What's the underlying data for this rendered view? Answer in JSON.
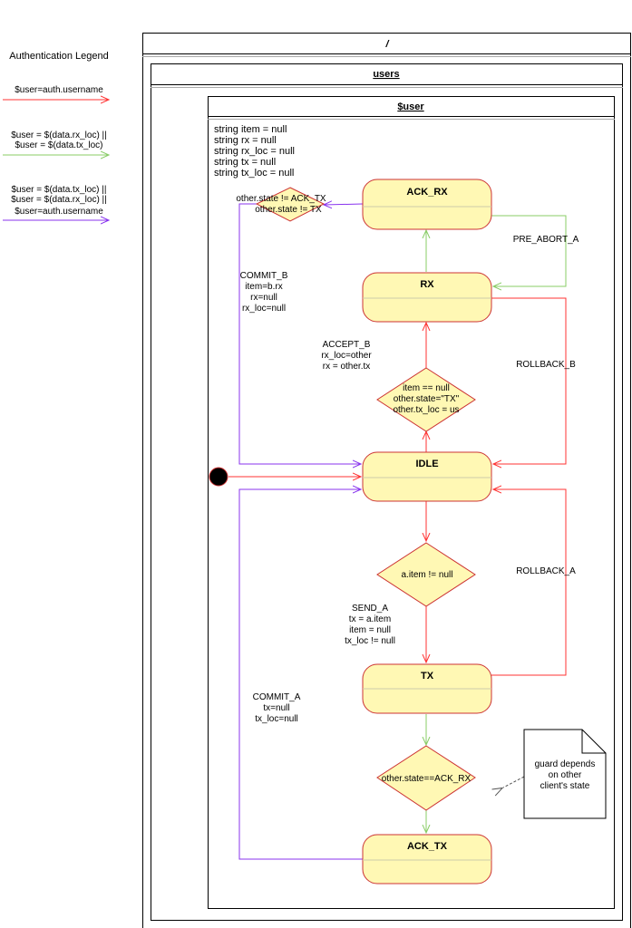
{
  "colors": {
    "red": "#ff3333",
    "green": "#88cc66",
    "purple": "#8833ee",
    "state_fill": "#fff8b4",
    "state_stroke": "#cc3333"
  },
  "legend": {
    "title": "Authentication Legend",
    "red_lines": [
      "$user=auth.username"
    ],
    "green_lines": [
      "$user = $(data.rx_loc) ||",
      "$user = $(data.tx_loc)"
    ],
    "purple_lines": [
      "$user = $(data.tx_loc) ||",
      "$user = $(data.rx_loc) ||",
      "$user=auth.username"
    ]
  },
  "containers": {
    "root_title": "/",
    "users_title": "users",
    "user_title": "$user"
  },
  "variables": [
    "string item = null",
    "string rx = null",
    "string rx_loc = null",
    "string tx = null",
    "string tx_loc = null"
  ],
  "states": {
    "ack_rx": "ACK_RX",
    "rx": "RX",
    "idle": "IDLE",
    "tx": "TX",
    "ack_tx": "ACK_TX"
  },
  "decisions": {
    "ack_guard": [
      "other.state != ACK_TX",
      "other.state != TX"
    ],
    "accept_guard": [
      "item == null",
      "other.state=\"TX\"",
      "other.tx_loc = us"
    ],
    "send_guard": [
      "a.item != null"
    ],
    "ack_tx_guard": [
      "other.state==ACK_RX"
    ]
  },
  "transitions": {
    "pre_abort_a": "PRE_ABORT_A",
    "rollback_b": "ROLLBACK_B",
    "rollback_a": "ROLLBACK_A",
    "commit_b": [
      "COMMIT_B",
      "item=b.rx",
      "rx=null",
      "rx_loc=null"
    ],
    "accept_b": [
      "ACCEPT_B",
      "rx_loc=other",
      "rx = other.tx"
    ],
    "send_a": [
      "SEND_A",
      "tx = a.item",
      "item = null",
      "tx_loc != null"
    ],
    "commit_a": [
      "COMMIT_A",
      "tx=null",
      "tx_loc=null"
    ]
  },
  "note": [
    "guard depends",
    "on other",
    "client's state"
  ]
}
